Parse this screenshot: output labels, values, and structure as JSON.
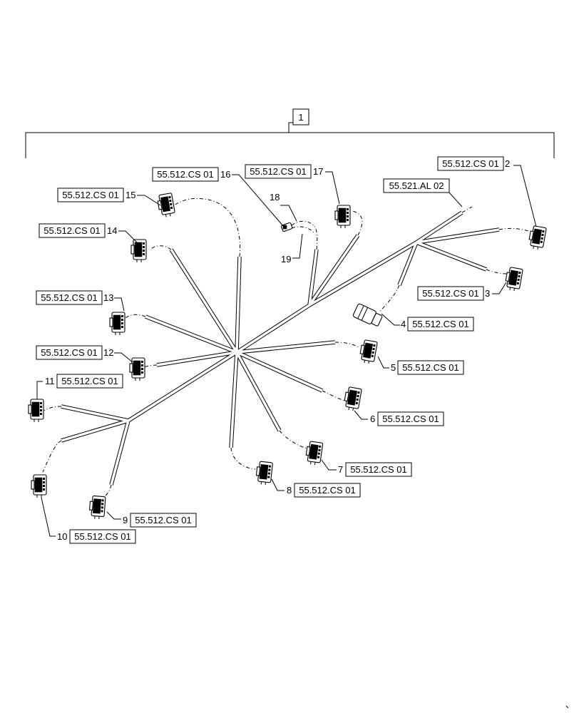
{
  "assembly": {
    "item_number": "1"
  },
  "callouts": [
    {
      "item": "2",
      "ref": "55.512.CS 01"
    },
    {
      "item": "3",
      "ref": "55.512.CS 01"
    },
    {
      "item": "4",
      "ref": "55.512.CS 01"
    },
    {
      "item": "5",
      "ref": "55.512.CS 01"
    },
    {
      "item": "6",
      "ref": "55.512.CS 01"
    },
    {
      "item": "7",
      "ref": "55.512.CS 01"
    },
    {
      "item": "8",
      "ref": "55.512.CS 01"
    },
    {
      "item": "9",
      "ref": "55.512.CS 01"
    },
    {
      "item": "10",
      "ref": "55.512.CS 01"
    },
    {
      "item": "11",
      "ref": "55.512.CS 01"
    },
    {
      "item": "12",
      "ref": "55.512.CS 01"
    },
    {
      "item": "13",
      "ref": "55.512.CS 01"
    },
    {
      "item": "14",
      "ref": "55.512.CS 01"
    },
    {
      "item": "15",
      "ref": "55.512.CS 01"
    },
    {
      "item": "16",
      "ref": "55.512.CS 01"
    },
    {
      "item": "17",
      "ref": "55.512.CS 01"
    }
  ],
  "trunk_reference": "55.521.AL 02",
  "inline_items": [
    {
      "item": "18"
    },
    {
      "item": "19"
    }
  ]
}
